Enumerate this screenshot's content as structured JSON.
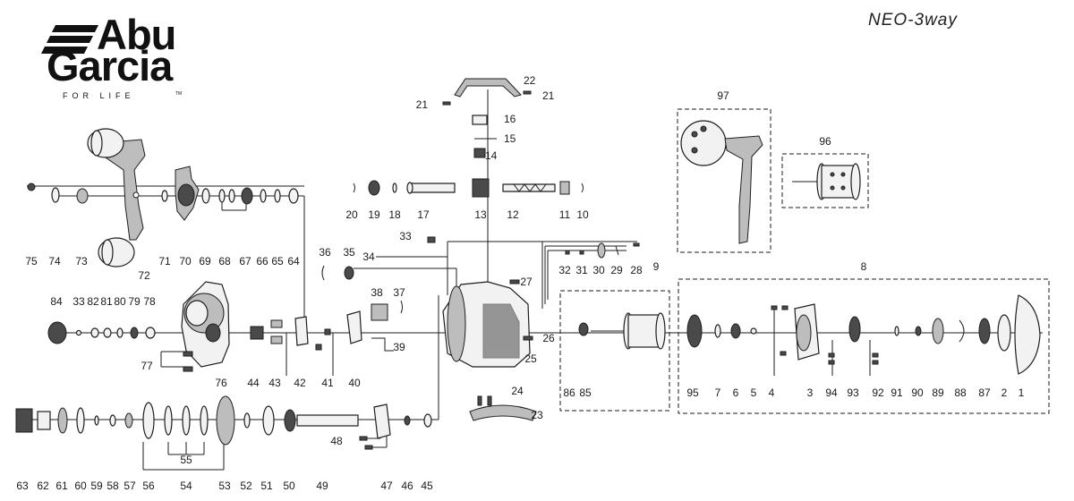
{
  "brand": {
    "logo_line1": "Abu",
    "logo_line2": "Garcia",
    "tagline": "FOR LIFE",
    "trademark": "TM"
  },
  "model": "NEO-3way",
  "part_labels": [
    "1",
    "2",
    "3",
    "4",
    "5",
    "6",
    "7",
    "8",
    "9",
    "10",
    "11",
    "12",
    "13",
    "14",
    "15",
    "16",
    "17",
    "18",
    "19",
    "20",
    "21",
    "21",
    "22",
    "23",
    "24",
    "25",
    "26",
    "27",
    "28",
    "29",
    "30",
    "31",
    "32",
    "33",
    "33",
    "34",
    "35",
    "36",
    "37",
    "38",
    "39",
    "40",
    "41",
    "42",
    "43",
    "44",
    "45",
    "46",
    "47",
    "48",
    "49",
    "50",
    "51",
    "52",
    "53",
    "54",
    "55",
    "56",
    "57",
    "58",
    "59",
    "60",
    "61",
    "62",
    "63",
    "64",
    "65",
    "66",
    "67",
    "68",
    "69",
    "70",
    "71",
    "72",
    "73",
    "74",
    "75",
    "76",
    "77",
    "78",
    "79",
    "80",
    "81",
    "82",
    "84",
    "85",
    "86",
    "87",
    "88",
    "89",
    "90",
    "91",
    "92",
    "93",
    "94",
    "95",
    "96",
    "97"
  ]
}
